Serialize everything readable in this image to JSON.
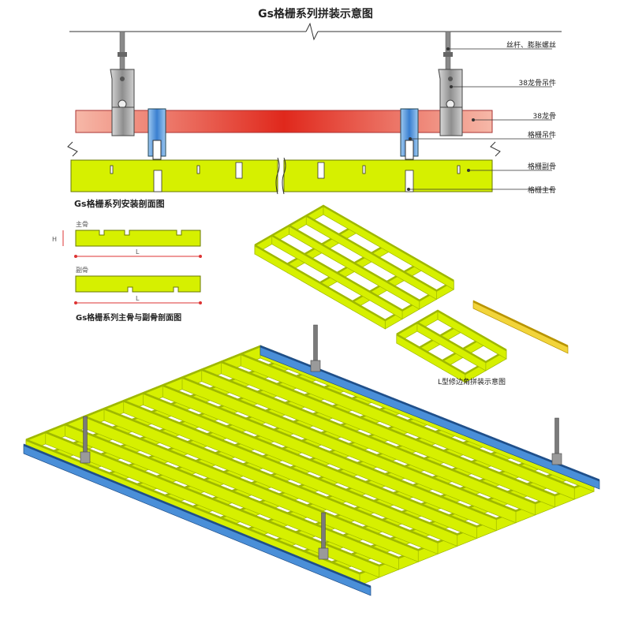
{
  "diagram": {
    "title": "Gs格栅系列拼装示意图",
    "section_title": "Gs格栅系列安装剖面图",
    "profile_title": "Gs格栅系列主骨与副骨剖面图",
    "lcorner_title": "L型修边角拼装示意图",
    "callouts": {
      "rod": "丝杆、膨胀螺丝",
      "hanger38": "38龙骨吊件",
      "keel38": "38龙骨",
      "grille_hanger": "格栅吊件",
      "sub_bone": "格栅副骨",
      "main_bone": "格栅主骨"
    },
    "profile": {
      "main_label": "主骨",
      "sub_label": "副骨",
      "height_symbol": "H",
      "length_symbol": "L"
    }
  },
  "colors": {
    "grille_yellow": "#d6f000",
    "grille_dark": "#9fb800",
    "keel_red": "#e23a2a",
    "carrier_blue": "#4a8fd8",
    "lcorner_yellow": "#f2d43a",
    "hanger_gray": "#9a9a9a",
    "rod_gray": "#7a7a7a"
  },
  "icons": {
    "break_mark": "zigzag-break-icon",
    "dimension_arrow": "dimension-arrow-icon"
  }
}
